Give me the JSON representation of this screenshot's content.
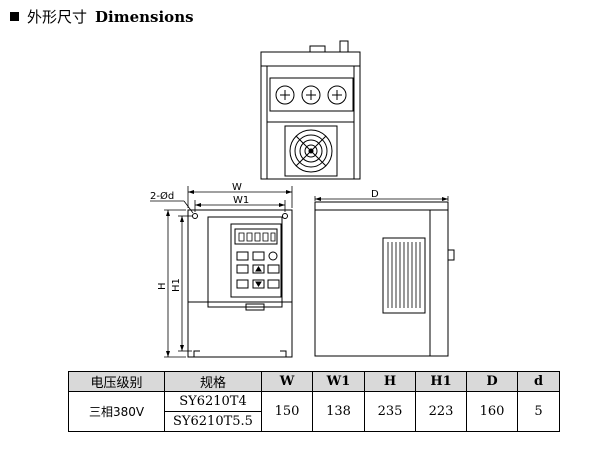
{
  "heading": {
    "chinese": "外形尺寸",
    "english": "Dimensions"
  },
  "drawing_labels": {
    "width": "W",
    "width_inner": "W1",
    "holes": "2-Ød",
    "height": "H",
    "height_inner": "H1",
    "depth": "D"
  },
  "table": {
    "headers": [
      "电压级别",
      "规格",
      "W",
      "W1",
      "H",
      "H1",
      "D",
      "d"
    ],
    "rows": [
      {
        "voltage": "三相380V",
        "models": [
          "SY6210T4",
          "SY6210T5.5"
        ],
        "W": "150",
        "W1": "138",
        "H": "235",
        "H1": "223",
        "D": "160",
        "d": "5"
      }
    ]
  }
}
